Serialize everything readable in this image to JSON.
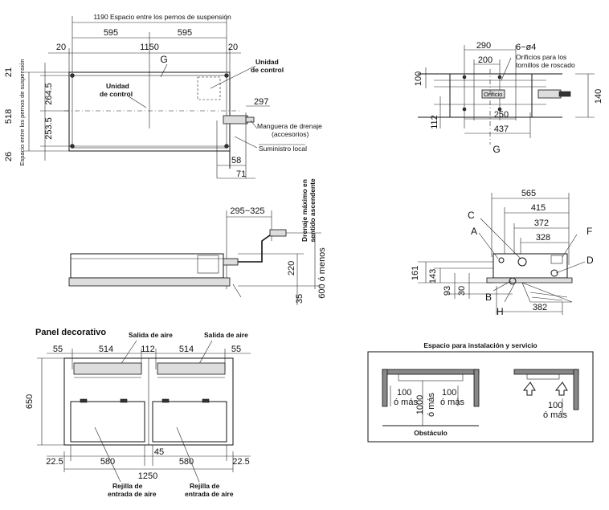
{
  "top_view": {
    "total_label": "1190 Espacio entre los pernos de suspensión",
    "half_left": "595",
    "half_right": "595",
    "edge_left": "20",
    "center_width": "1150",
    "edge_right": "20",
    "g_mark": "G",
    "unit_control_label": "Unidad\nde control",
    "unit_control_label2": "Unidad\nde control",
    "dim_297": "297",
    "drain_hose": "Manguera de drenaje\n(accesorios)",
    "local_supply": "Suministro local",
    "dim_58": "58",
    "dim_71": "71",
    "left_total": "518",
    "left_caption": "Espacio entre los pernos de suspensión",
    "left_top": "21",
    "left_upper": "264.5",
    "left_lower": "253.5",
    "left_bottom": "26"
  },
  "detail_g": {
    "dim_290": "290",
    "dim_200": "200",
    "holes": "6−ø4",
    "holes_note": "Orificios para los\ntornillos de roscado",
    "orificio": "Orificio",
    "dim_100": "100",
    "dim_112": "112",
    "dim_250": "250",
    "dim_437": "437",
    "dim_140": "140",
    "g_mark": "G"
  },
  "side_view": {
    "range": "295~325",
    "max_drain": "Drenaje máximo en\nsentido ascendente",
    "dim_600": "600 ó menos",
    "dim_220": "220",
    "dim_35": "35"
  },
  "end_view": {
    "dim_565": "565",
    "dim_415": "415",
    "dim_372": "372",
    "dim_328": "328",
    "dim_161": "161",
    "dim_143": "143",
    "dim_93": "93",
    "dim_30": "30",
    "dim_382": "382",
    "A": "A",
    "B": "B",
    "C": "C",
    "D": "D",
    "F": "F",
    "H": "H"
  },
  "panel": {
    "title": "Panel decorativo",
    "air_out_1": "Salida de aire",
    "air_out_2": "Salida de aire",
    "d55a": "55",
    "d514a": "514",
    "d112": "112",
    "d514b": "514",
    "d55b": "55",
    "d650": "650",
    "d22a": "22.5",
    "d580a": "580",
    "d45": "45",
    "d580b": "580",
    "d22b": "22.5",
    "d1250": "1250",
    "grille_1": "Rejilla de\nentrada de aire",
    "grille_2": "Rejilla de\nentrada de aire"
  },
  "service": {
    "title": "Espacio para instalación y servicio",
    "a100": "100",
    "a_omas": "ó más",
    "b1000": "1000",
    "b_omas": "ó más",
    "c100": "100",
    "c_omas": "ó más",
    "obstacle": "Obstáculo",
    "d100": "100",
    "d_omas": "ó más"
  }
}
